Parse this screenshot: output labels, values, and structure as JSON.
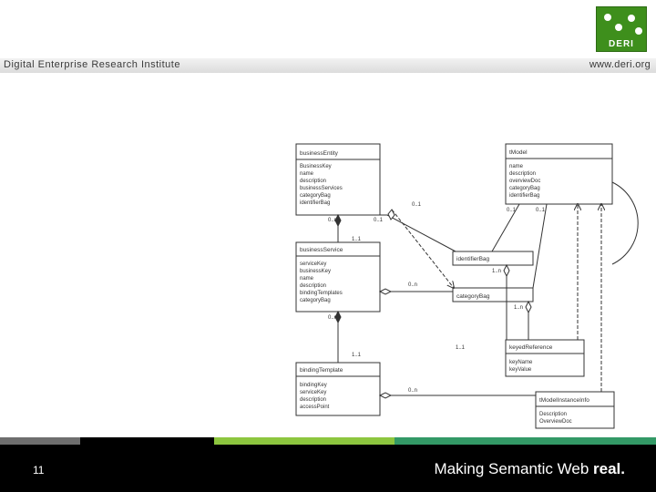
{
  "header": {
    "institute": "Digital Enterprise Research Institute",
    "url": "www.deri.org",
    "logo_text": "DERI"
  },
  "footer": {
    "slide_number": "11",
    "tagline": "Making Semantic Web",
    "tagline_bold": "real.",
    "stripe_colors": [
      "#6e6e6e",
      "#000000",
      "#8dc63f",
      "#339966"
    ]
  },
  "diagram": {
    "classes": {
      "businessEntity": {
        "title": "businessEntity",
        "attrs": [
          "BusinessKey",
          "name",
          "description",
          "businessServices",
          "categoryBag",
          "identifierBag"
        ]
      },
      "tModel": {
        "title": "tModel",
        "attrs": [
          "name",
          "description",
          "overviewDoc",
          "categoryBag",
          "identifierBag"
        ]
      },
      "businessService": {
        "title": "businessService",
        "attrs": [
          "serviceKey",
          "businessKey",
          "name",
          "description",
          "bindingTemplates",
          "categoryBag"
        ]
      },
      "identifierBag": {
        "title": "identifierBag",
        "attrs": []
      },
      "categoryBag": {
        "title": "categoryBag",
        "attrs": []
      },
      "keyedReference": {
        "title": "keyedReference",
        "attrs": [
          "keyName",
          "keyValue"
        ]
      },
      "bindingTemplate": {
        "title": "bindingTemplate",
        "attrs": [
          "bindingKey",
          "serviceKey",
          "description",
          "accessPoint"
        ]
      },
      "tModelInstanceInfo": {
        "title": "tModelInstanceInfo",
        "attrs": [
          "Description",
          "OverviewDoc"
        ]
      }
    },
    "multiplicities": {
      "m1": "0..n",
      "m2": "0..1",
      "m3": "0..1",
      "m4": "1..1",
      "m5": "0..1",
      "m6": "0..1",
      "m7": "1..n",
      "m8": "0..n",
      "m9": "1..n",
      "m10": "0..n",
      "m11": "1..1",
      "m12": "1..1",
      "m13": "0..n"
    }
  }
}
